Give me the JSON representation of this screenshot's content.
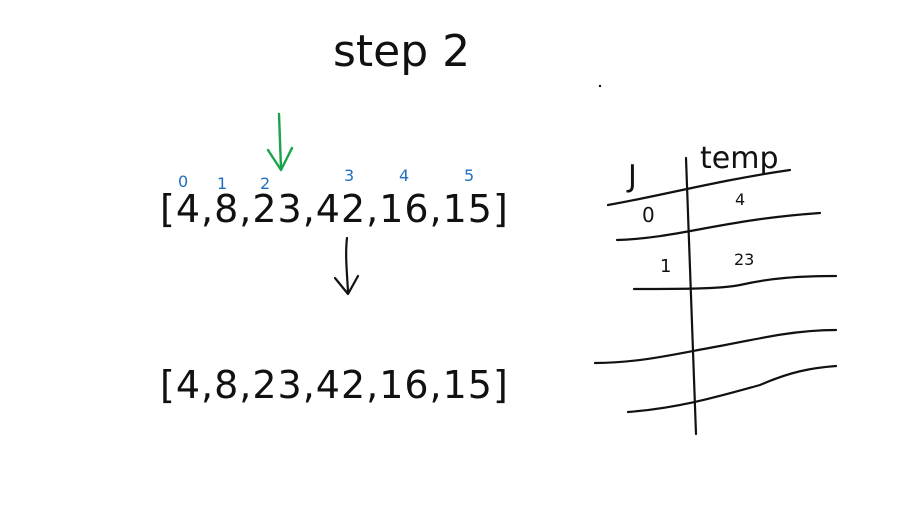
{
  "title": "step 2",
  "array_top": "[4,8,23,42,16,15]",
  "array_bottom": "[4,8,23,42,16,15]",
  "indices": [
    "0",
    "1",
    "2",
    "3",
    "4",
    "5"
  ],
  "table": {
    "headers": [
      "J",
      "temp"
    ],
    "rows": [
      {
        "j": "0",
        "temp": "4"
      },
      {
        "j": "1",
        "temp": "23"
      }
    ]
  },
  "colors": {
    "ink": "#111111",
    "index_blue": "#1f6fc0",
    "pointer_green": "#1aa34a"
  }
}
